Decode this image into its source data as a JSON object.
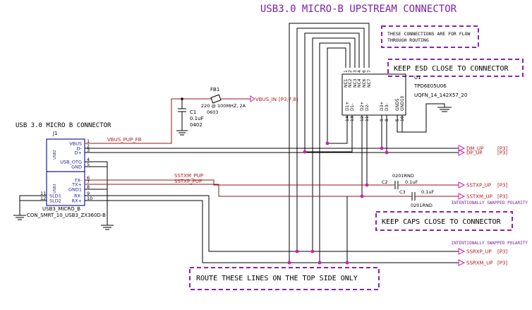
{
  "title": "USB3.0 MICRO-B UPSTREAM CONNECTOR",
  "notes": {
    "flow": [
      "THESE CONNECTIONS ARE FOR FLOW",
      "THROUGH ROUTING"
    ],
    "esd": "KEEP ESD CLOSE TO CONNECTOR",
    "caps": "KEEP CAPS CLOSE TO CONNECTOR",
    "route": "ROUTE THESE LINES ON THE TOP SIDE ONLY",
    "swap1": "INTENTIONALLY SWAPPED POLARITY",
    "swap2": "INTENTIONALLY SWAPPED POLARITY"
  },
  "connector": {
    "heading": "USB 3.0 MICRO B CONNECTOR",
    "ref": "J1",
    "part": "USB3_MICRO_B",
    "footprint": "CON_SMRT_10_USB3_ZX360D-B",
    "group_usb2": "USB2",
    "group_usb3": "USB3",
    "pins": [
      {
        "name": "VBUS",
        "num": "1"
      },
      {
        "name": "D-",
        "num": "2"
      },
      {
        "name": "D+",
        "num": "3"
      },
      {
        "name": "USB_OTG",
        "num": "4"
      },
      {
        "name": "GND",
        "num": "5"
      },
      {
        "name": "TX-",
        "num": "6"
      },
      {
        "name": "TX+",
        "num": "7"
      },
      {
        "name": "GND1",
        "num": "8"
      },
      {
        "name": "RX-",
        "num": "9"
      },
      {
        "name": "RX+",
        "num": "10"
      },
      {
        "name": "SLD1",
        "num": "11"
      },
      {
        "name": "SLD2",
        "num": "12"
      }
    ]
  },
  "fb1": {
    "ref": "FB1",
    "value": "220 @ 100MHZ, 2A",
    "size": "0603"
  },
  "c1": {
    "ref": "C1",
    "value": "0.1uF",
    "size": "0402"
  },
  "c2": {
    "ref": "C2",
    "size": "0201RND",
    "value": "0.1uF"
  },
  "c3": {
    "ref": "C3",
    "size": "0201RND",
    "value": "0.1uF"
  },
  "u1": {
    "ref": "U1",
    "part": "TPD6E05U06",
    "package": "UQFN_14_142X57_20",
    "top_pins": [
      {
        "name": "NC1",
        "num": "1"
      },
      {
        "name": "NC2",
        "num": "2"
      },
      {
        "name": "NC3",
        "num": "3"
      },
      {
        "name": "NC4",
        "num": "4"
      },
      {
        "name": "NC6",
        "num": "6"
      },
      {
        "name": "NC7",
        "num": "7"
      }
    ],
    "bottom_pins": [
      {
        "name": "D1+",
        "num": "14"
      },
      {
        "name": "D1-",
        "num": "13"
      },
      {
        "name": "D2+",
        "num": "12"
      },
      {
        "name": "D2-",
        "num": "11"
      },
      {
        "name": "D3+",
        "num": "9"
      },
      {
        "name": "D3-",
        "num": "8"
      },
      {
        "name": "GND5",
        "num": "5"
      },
      {
        "name": "GND10",
        "num": "10"
      }
    ]
  },
  "nets": {
    "vbus_pup_fb": "VBUS_PUP_FB",
    "vbus_in": "VBUS_IN",
    "vbus_in_ref": "[P3,7,8]",
    "sstxm_pup": "SSTXM_PUP",
    "sstxp_pup": "SSTXP_PUP",
    "ports": [
      {
        "name": "DM_UP",
        "ref": "[P3]"
      },
      {
        "name": "DP_UP",
        "ref": "[P3]"
      },
      {
        "name": "SSTXP_UP",
        "ref": "[P3]"
      },
      {
        "name": "SSTXM_UP",
        "ref": "[P3]"
      },
      {
        "name": "SSRXP_UP",
        "ref": "[P3]"
      },
      {
        "name": "SSRXM_UP",
        "ref": "[P3]"
      }
    ]
  },
  "colors": {
    "note_purple": "#7a1fa8",
    "wire_red": "#8b1a1a",
    "label_blue": "#1a1aa0",
    "port_magenta": "#cc1fa8"
  }
}
